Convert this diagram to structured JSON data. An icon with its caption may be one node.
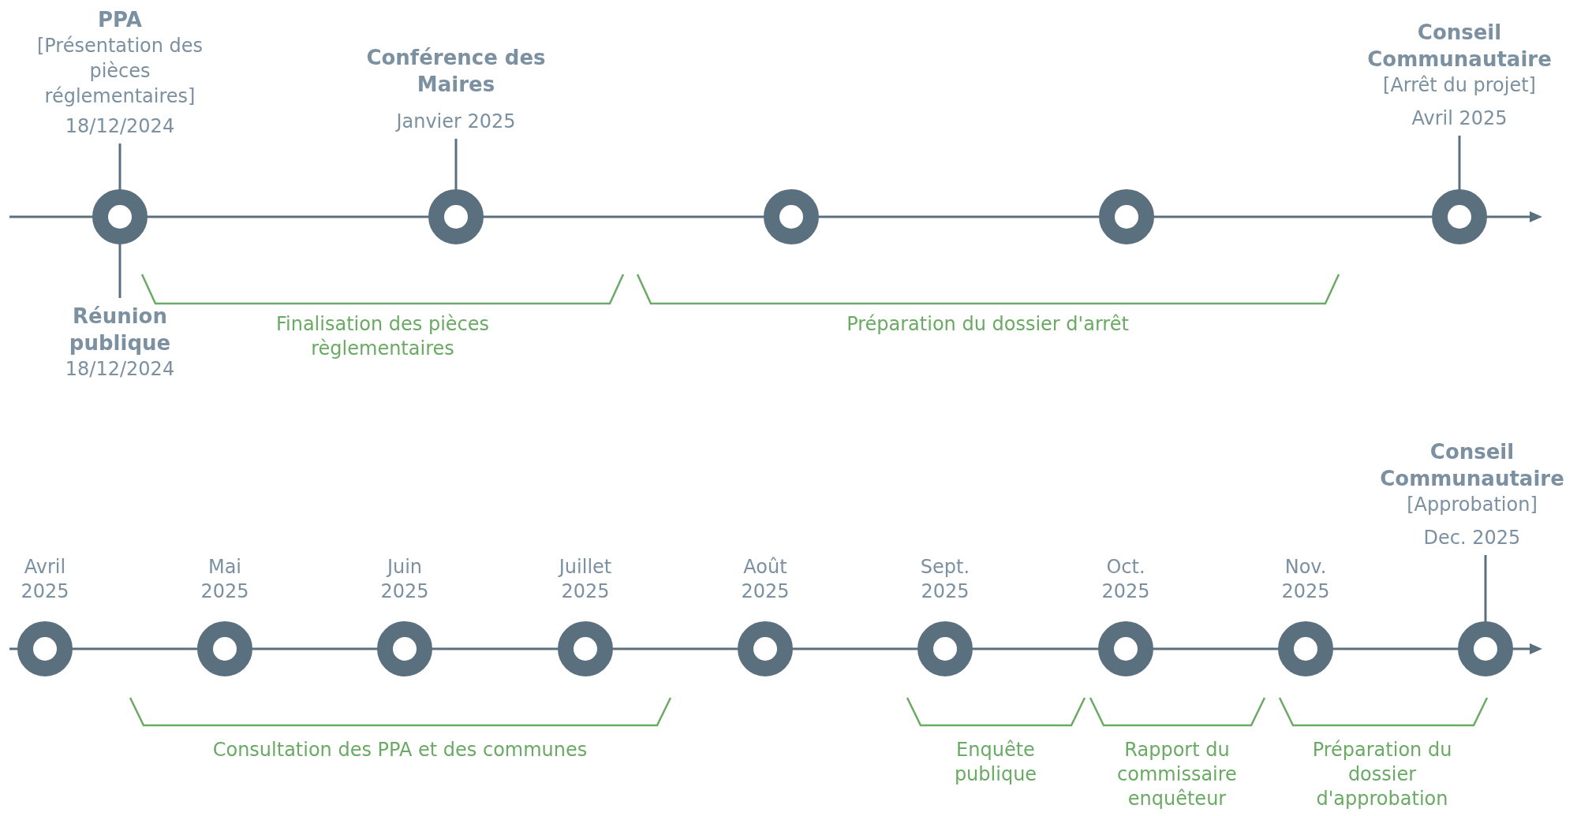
{
  "diagram": {
    "nodes": [
      {
        "text": [
          "PPA",
          "[Présentation des pièces réglementaires]",
          "18/12/2024"
        ]
      },
      {
        "text": [
          "Réunion publique",
          "18/12/2024"
        ]
      },
      {
        "text": [
          "Conférence des Maires",
          "Janvier 2025"
        ]
      },
      {
        "text": [
          "Conseil Communautaire",
          "[Arrêt du projet]",
          "Avril 2025"
        ]
      },
      {
        "text": [],
        "shape": "circle"
      },
      {
        "text": [],
        "shape": "circle"
      },
      {
        "text": [],
        "shape": "circle"
      },
      {
        "text": [],
        "shape": "circle"
      },
      {
        "text": [],
        "shape": "circle"
      },
      {
        "text": [
          "Conseil Communautaire",
          "[Approbation]",
          "Dec. 2025"
        ]
      },
      {
        "text": [],
        "shape": "circle",
        "beside": [
          "Avril 2025"
        ]
      },
      {
        "text": [],
        "shape": "circle",
        "beside": [
          "Mai 2025"
        ]
      },
      {
        "text": [],
        "shape": "circle",
        "beside": [
          "Juin 2025"
        ]
      },
      {
        "text": [],
        "shape": "circle",
        "beside": [
          "Juillet 2025"
        ]
      },
      {
        "text": [],
        "shape": "circle",
        "beside": [
          "Août 2025"
        ]
      },
      {
        "text": [],
        "shape": "circle",
        "beside": [
          "Sept. 2025"
        ]
      },
      {
        "text": [],
        "shape": "circle",
        "beside": [
          "Oct. 2025"
        ]
      },
      {
        "text": [],
        "shape": "circle",
        "beside": [
          "Nov. 2025"
        ]
      },
      {
        "text": [],
        "shape": "circle"
      }
    ],
    "edges": [
      {
        "from": 0,
        "to": 4,
        "arrow": "none"
      },
      {
        "from": 1,
        "to": 4,
        "arrow": "none"
      },
      {
        "from": 2,
        "to": 5,
        "arrow": "none"
      },
      {
        "from": 3,
        "to": 8,
        "arrow": "none"
      },
      {
        "from": 9,
        "to": 18,
        "arrow": "none"
      }
    ],
    "labels": [
      "Finalisation des pièces règlementaires",
      "Préparation du dossier d'arrêt",
      "Consultation des PPA et des communes",
      "Enquête publique",
      "Rapport du commissaire enquêteur",
      "Préparation du dossier d'approbation"
    ]
  }
}
